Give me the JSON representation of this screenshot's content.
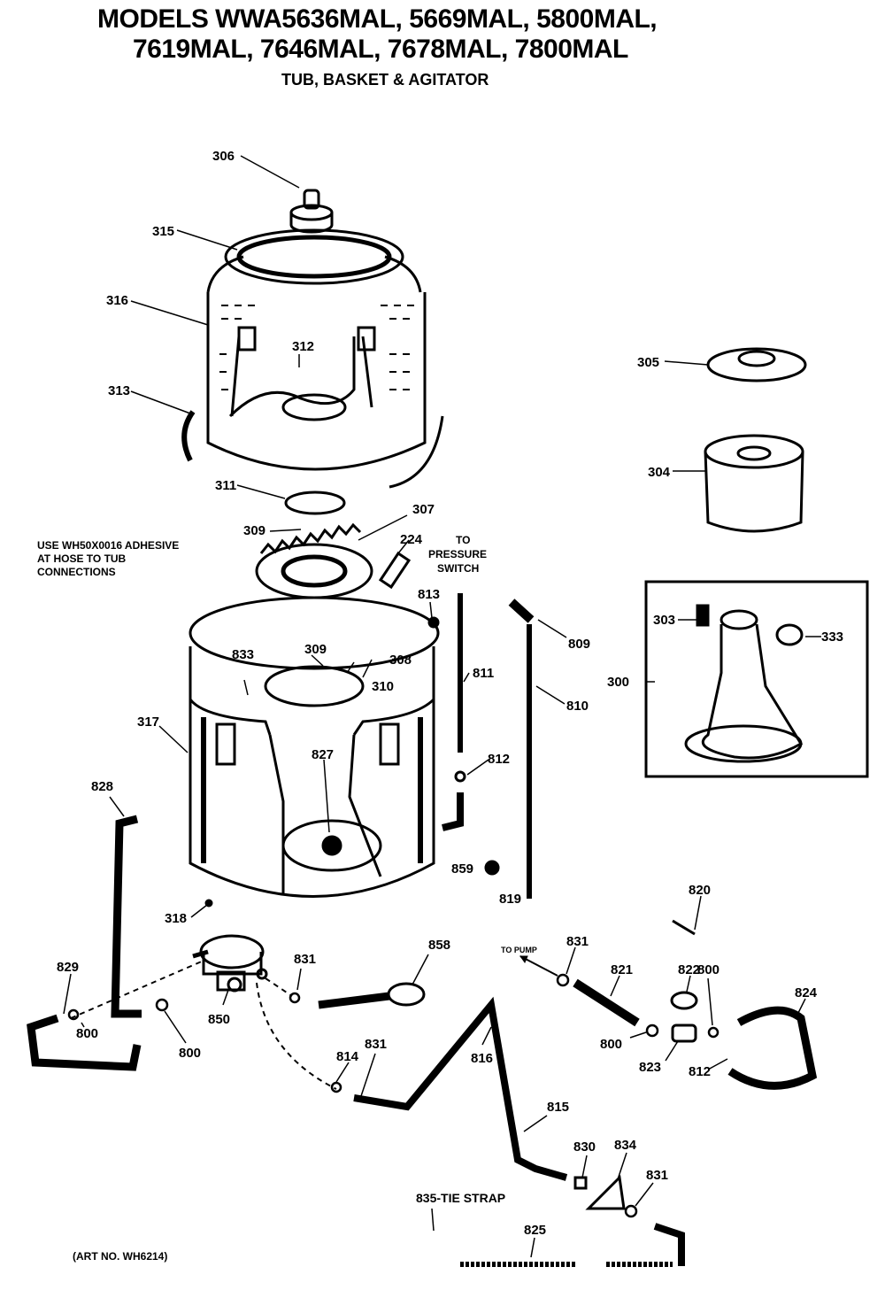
{
  "header": {
    "title_line1": "MODELS WWA5636MAL, 5669MAL, 5800MAL,",
    "title_line2": "7619MAL, 7646MAL, 7678MAL, 7800MAL",
    "subtitle": "TUB, BASKET & AGITATOR"
  },
  "notes": {
    "adhesive_1": "USE WH50X0016 ADHESIVE",
    "adhesive_2": "AT HOSE TO TUB",
    "adhesive_3": "CONNECTIONS",
    "pressure_1": "TO",
    "pressure_2": "PRESSURE",
    "pressure_3": "SWITCH",
    "to_pump": "TO PUMP",
    "tie_strap": "835-TIE STRAP",
    "art_no": "(ART NO. WH6214)"
  },
  "parts": {
    "p306": "306",
    "p315": "315",
    "p316": "316",
    "p312": "312",
    "p313": "313",
    "p311": "311",
    "p309a": "309",
    "p307": "307",
    "p305": "305",
    "p304": "304",
    "p224": "224",
    "p813": "813",
    "p809": "809",
    "p303": "303",
    "p333": "333",
    "p300": "300",
    "p833": "833",
    "p309b": "309",
    "p308": "308",
    "p310": "310",
    "p811": "811",
    "p810": "810",
    "p317": "317",
    "p827": "827",
    "p812a": "812",
    "p828": "828",
    "p859": "859",
    "p819": "819",
    "p820": "820",
    "p318": "318",
    "p831a": "831",
    "p858": "858",
    "p831b": "831",
    "p821": "821",
    "p822": "822",
    "p800a": "800",
    "p824": "824",
    "p829": "829",
    "p800b": "800",
    "p850": "850",
    "p800c": "800",
    "p800d": "800",
    "p823": "823",
    "p812b": "812",
    "p814": "814",
    "p831c": "831",
    "p816": "816",
    "p815": "815",
    "p830": "830",
    "p834": "834",
    "p831d": "831",
    "p825": "825"
  }
}
